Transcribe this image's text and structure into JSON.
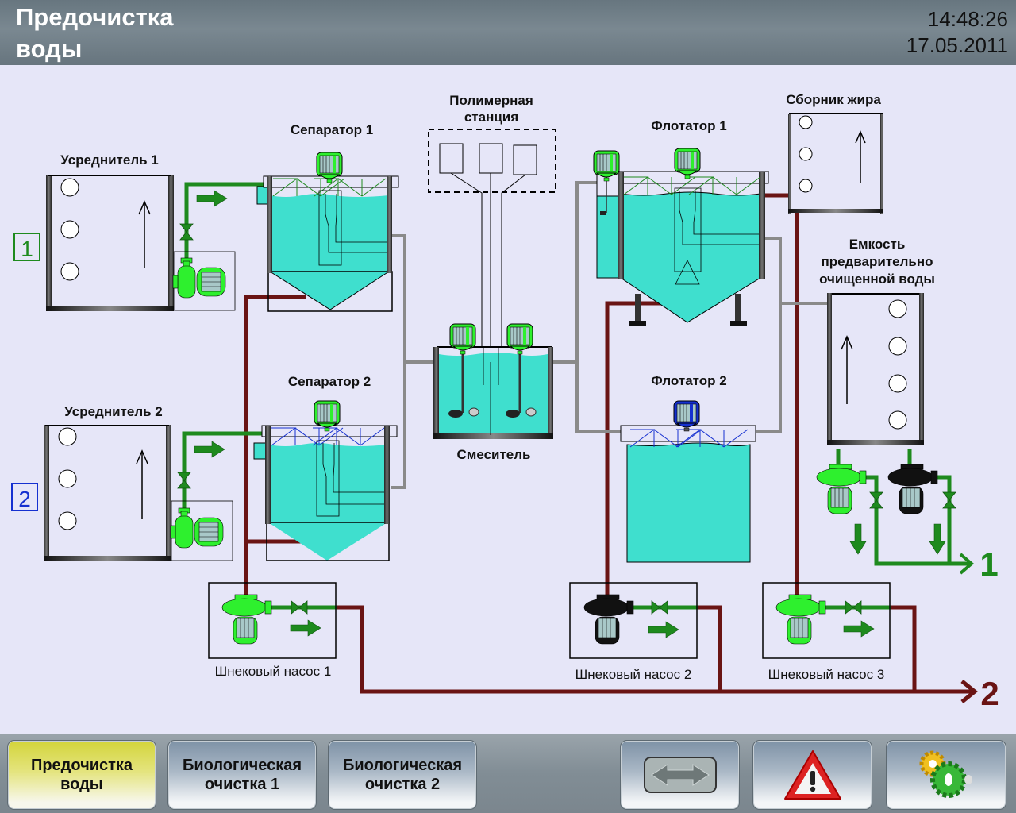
{
  "header": {
    "title_line1": "Предочистка",
    "title_line2": "воды",
    "time": "14:48:26",
    "date": "17.05.2011"
  },
  "diagram": {
    "equalizer1": {
      "label": "Усреднитель 1",
      "badge": "1"
    },
    "equalizer2": {
      "label": "Усреднитель 2",
      "badge": "2"
    },
    "separator1": {
      "label": "Сепаратор 1"
    },
    "separator2": {
      "label": "Сепаратор 2"
    },
    "polymer_station": {
      "label_line1": "Полимерная",
      "label_line2": "станция"
    },
    "mixer": {
      "label": "Смеситель"
    },
    "flotator1": {
      "label": "Флотатор 1"
    },
    "flotator2": {
      "label": "Флотатор 2"
    },
    "fat_collector": {
      "label": "Сборник жира"
    },
    "pretreated_tank": {
      "label_line1": "Емкость",
      "label_line2": "предварительно",
      "label_line3": "очищенной воды"
    },
    "screw_pump1": {
      "label": "Шнековый насос 1",
      "state": "running"
    },
    "screw_pump2": {
      "label": "Шнековый насос 2",
      "state": "stopped"
    },
    "screw_pump3": {
      "label": "Шнековый насос 3",
      "state": "running"
    },
    "output1": {
      "label": "1"
    },
    "output2": {
      "label": "2"
    },
    "flotator2_motor_state": "standby"
  },
  "colors": {
    "water": "#3fdfce",
    "running": "#2ef02e",
    "pipe_green": "#1e8a1e",
    "pipe_sludge": "#6a1414",
    "pipe_gray": "#8a8a8a",
    "standby": "#1530d0",
    "active_tab": "#d8d840"
  },
  "footer": {
    "nav": [
      {
        "line1": "Предочистка",
        "line2": "воды",
        "active": true
      },
      {
        "line1": "Биологическая",
        "line2": "очистка 1",
        "active": false
      },
      {
        "line1": "Биологическая",
        "line2": "очистка 2",
        "active": false
      }
    ],
    "icons": [
      "switch-arrows-icon",
      "alarm-warning-icon",
      "settings-gears-icon"
    ]
  }
}
